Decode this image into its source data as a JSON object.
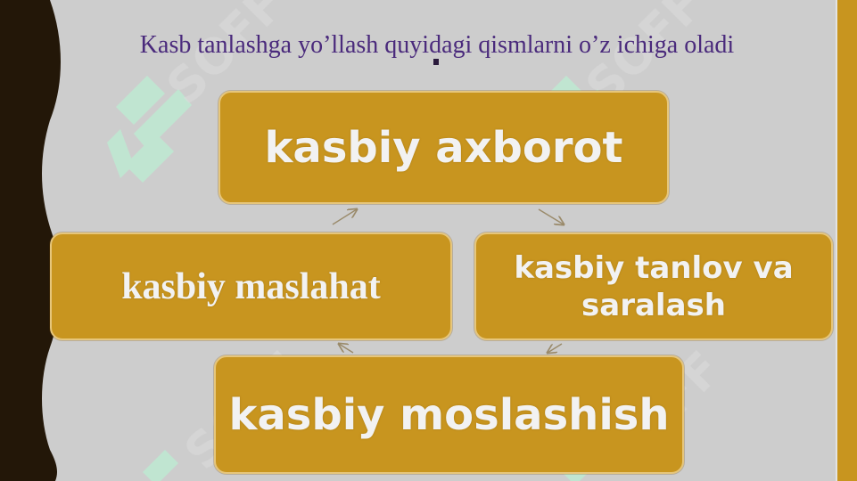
{
  "slide": {
    "title": "Kasb tanlashga yo’llash quyidagi qismlarni o’z ichiga oladi"
  },
  "diagram": {
    "top": "kasbiy axborot",
    "right": "kasbiy tanlov va saralash",
    "bottom": "kasbiy moslashish",
    "left": "kasbiy maslahat"
  },
  "watermark": {
    "text": "SOFF"
  },
  "colors": {
    "box_fill": "#c8951f",
    "box_border": "#e6c67c",
    "title_color": "#4a2a7c",
    "background": "#cdcdcd",
    "left_band": "#231708",
    "right_bar": "#c8951f",
    "watermark": "#bfe8d2"
  },
  "icons": {
    "cycle_arrows": "arrow-icon",
    "watermark_logo": "soff-logo-icon"
  }
}
